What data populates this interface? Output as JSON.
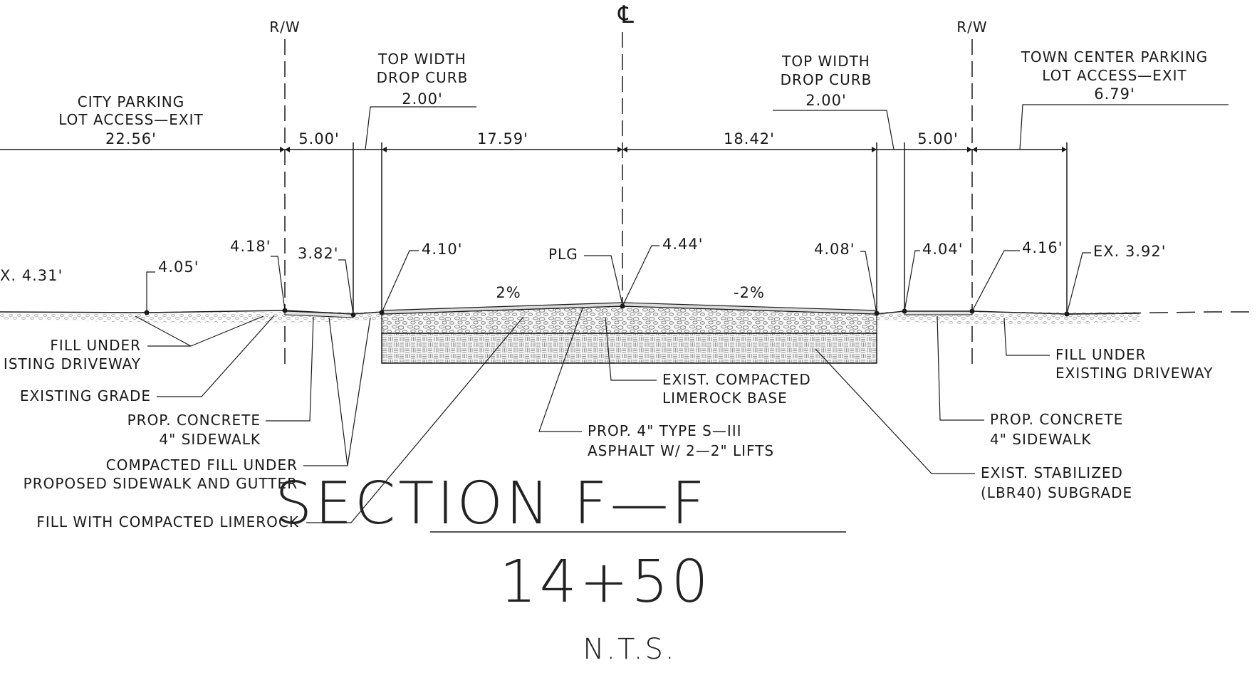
{
  "section": {
    "title": "SECTION F—F",
    "station": "14+50",
    "scale": "N.T.S."
  },
  "markers": {
    "centerline": "℄",
    "row_left": "R/W",
    "row_right": "R/W"
  },
  "headers": {
    "left_access": [
      "CITY PARKING",
      "LOT ACCESS—EXIT",
      "22.56'"
    ],
    "left_curb": [
      "TOP WIDTH",
      "DROP CURB",
      "2.00'"
    ],
    "right_curb": [
      "TOP WIDTH",
      "DROP CURB",
      "2.00'"
    ],
    "right_access": [
      "TOWN CENTER PARKING",
      "LOT ACCESS—EXIT",
      "6.79'"
    ]
  },
  "dimensions": [
    "5.00'",
    "17.59'",
    "18.42'",
    "5.00'"
  ],
  "elevations": {
    "ex_left": "X. 4.31'",
    "e1": "4.05'",
    "e2": "4.18'",
    "e3": "3.82'",
    "e4": "4.10'",
    "plg": "PLG",
    "e5": "4.44'",
    "e6": "4.08'",
    "e7": "4.04'",
    "e8": "4.16'",
    "ex_right": "EX. 3.92'"
  },
  "slopes": {
    "left": "2%",
    "right": "-2%"
  },
  "callouts": {
    "fill_driveway_left": [
      "FILL UNDER",
      "ISTING DRIVEWAY"
    ],
    "existing_grade": "EXISTING GRADE",
    "sidewalk_left": [
      "PROP. CONCRETE",
      "4\" SIDEWALK"
    ],
    "compacted_fill": [
      "COMPACTED FILL UNDER",
      "PROPOSED SIDEWALK AND GUTTER"
    ],
    "fill_limerock": "FILL WITH COMPACTED LIMEROCK",
    "limerock_base": [
      "EXIST. COMPACTED",
      "LIMEROCK BASE"
    ],
    "asphalt": [
      "PROP. 4\" TYPE S—III",
      "ASPHALT W/ 2—2\" LIFTS"
    ],
    "subgrade": [
      "EXIST. STABILIZED",
      "(LBR40) SUBGRADE"
    ],
    "sidewalk_right": [
      "PROP. CONCRETE",
      "4\" SIDEWALK"
    ],
    "fill_driveway_right": [
      "FILL UNDER",
      "EXISTING DRIVEWAY"
    ]
  }
}
